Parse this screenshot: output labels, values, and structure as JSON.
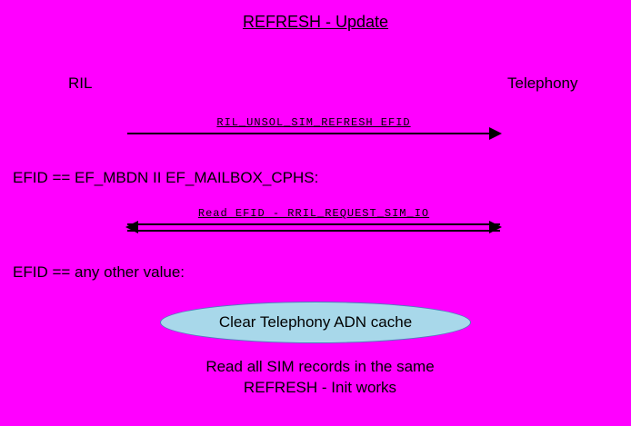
{
  "diagram": {
    "title": "REFRESH - Update",
    "actors": {
      "left": "RIL",
      "right": "Telephony"
    },
    "messages": [
      {
        "label": "RIL_UNSOL_SIM_REFRESH EFID",
        "direction": "right"
      },
      {
        "label": "Read EFID - RRIL_REQUEST_SIM_IO",
        "direction": "both"
      }
    ],
    "conditions": [
      "EFID == EF_MBDN II EF_MAILBOX_CPHS:",
      "EFID == any other value:"
    ],
    "ellipse_label": "Clear Telephony ADN cache",
    "footer": [
      "Read all SIM records in the same",
      "REFRESH - Init works"
    ],
    "colors": {
      "background": "#ff00ff",
      "text": "#000000",
      "ellipse_fill": "#a8d8ea",
      "ellipse_border": "#4a7ebb",
      "arrow": "#000000"
    }
  }
}
